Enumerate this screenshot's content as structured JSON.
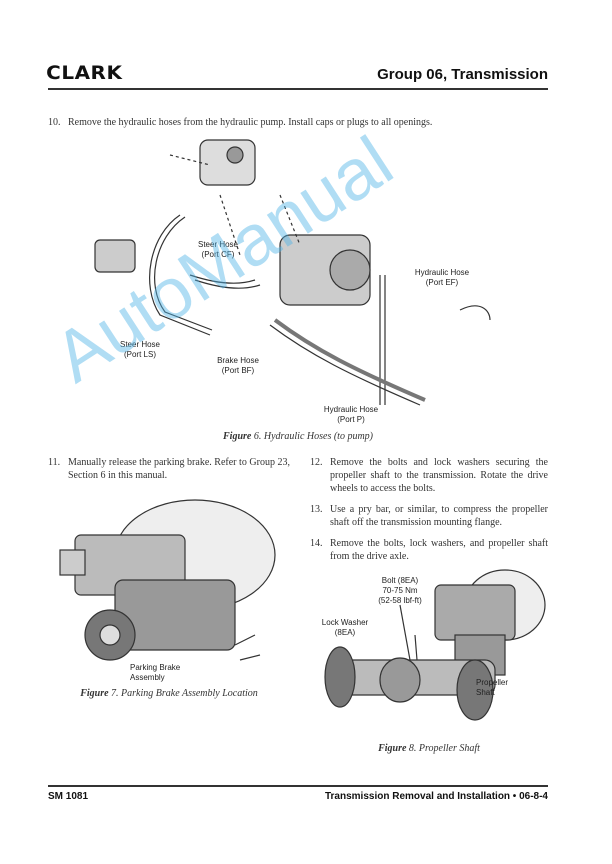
{
  "header": {
    "logo": "CLARK",
    "title": "Group 06, Transmission"
  },
  "steps": {
    "s10": {
      "num": "10.",
      "text": "Remove the hydraulic hoses from the hydraulic pump. Install caps or plugs to all openings."
    },
    "s11": {
      "num": "11.",
      "text": "Manually release the parking brake. Refer to Group 23, Section 6 in this manual."
    },
    "s12": {
      "num": "12.",
      "text": "Remove the bolts and lock washers securing the propeller shaft to the transmission. Rotate the drive wheels to access the bolts."
    },
    "s13": {
      "num": "13.",
      "text": "Use a pry bar, or similar, to compress the propeller shaft off the transmission mounting flange."
    },
    "s14": {
      "num": "14.",
      "text": "Remove the bolts, lock washers, and propeller shaft from the drive axle."
    }
  },
  "figure6": {
    "labels": {
      "steer_cf": [
        "Steer Hose",
        "(Port CF)"
      ],
      "hyd_ef": [
        "Hydraulic Hose",
        "(Port EF)"
      ],
      "steer_ls": [
        "Steer Hose",
        "(Port LS)"
      ],
      "brake_bf": [
        "Brake Hose",
        "(Port BF)"
      ],
      "hyd_p": [
        "Hydraulic Hose",
        "(Port P)"
      ]
    },
    "caption_prefix": "Figure",
    "caption": "6. Hydraulic Hoses (to pump)"
  },
  "figure7": {
    "labels": {
      "parking_brake": [
        "Parking Brake",
        "Assembly"
      ]
    },
    "caption_prefix": "Figure",
    "caption": "7. Parking Brake Assembly Location"
  },
  "figure8": {
    "labels": {
      "bolt": [
        "Bolt (8EA)",
        "70-75 Nm",
        "(52-58 lbf-ft)"
      ],
      "washer": [
        "Lock Washer",
        "(8EA)"
      ],
      "shaft": [
        "Propeller",
        "Shaft"
      ]
    },
    "caption_prefix": "Figure",
    "caption": "8. Propeller Shaft"
  },
  "footer": {
    "left": "SM 1081",
    "right": "Transmission Removal and Installation • 06-8-4"
  },
  "watermark": "AutoManual"
}
